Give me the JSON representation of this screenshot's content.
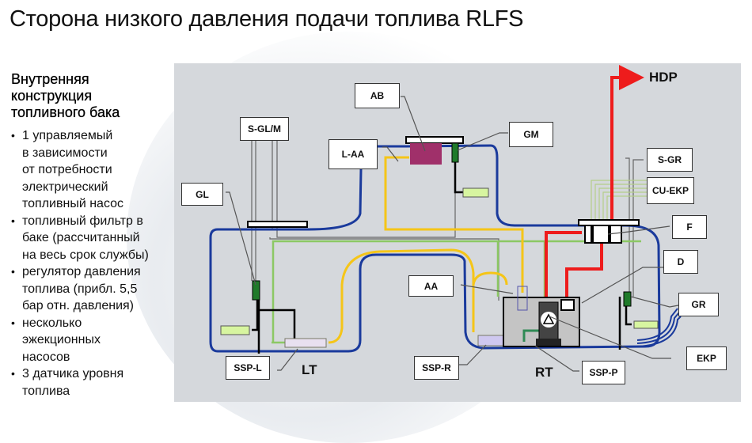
{
  "title": "Сторона низкого давления подачи топлива RLFS",
  "sidebar": {
    "heading": [
      "Внутренняя",
      "конструкция",
      "топливного бака"
    ],
    "bullets": [
      {
        "lines": [
          "1 управляемый",
          "в зависимости",
          "от потребности",
          "электрический",
          "топливный насос"
        ]
      },
      {
        "lines": [
          "топливный фильтр в",
          "баке (рассчитанный",
          "на весь срок службы)"
        ]
      },
      {
        "lines": [
          "регулятор давления",
          "топлива (прибл. 5,5",
          "бар отн. давления)"
        ]
      },
      {
        "lines": [
          "несколько",
          "эжекционных",
          "насосов"
        ]
      },
      {
        "lines": [
          "3 датчика уровня",
          "топлива"
        ]
      }
    ]
  },
  "diagram": {
    "labels": {
      "ab": "AB",
      "sglm": "S-GL/M",
      "laa": "L-AA",
      "gm": "GM",
      "gl": "GL",
      "sgr": "S-GR",
      "cuekp": "CU-EKP",
      "f": "F",
      "d": "D",
      "aa": "AA",
      "gr": "GR",
      "sspl": "SSP-L",
      "sspr": "SSP-R",
      "sspp": "SSP-P",
      "ekp": "EKP"
    },
    "free_text": {
      "hdp": "HDP",
      "lt": "LT",
      "rt": "RT"
    },
    "colors": {
      "tank_line": "#1a3a9c",
      "high_pressure": "#ee1c1c",
      "return_flow": "#f5c518",
      "suction_line": "#8cc864",
      "sensor": "#1f7a2a",
      "float": "#d7f5a0",
      "vent_valve": "#a0306a"
    }
  }
}
